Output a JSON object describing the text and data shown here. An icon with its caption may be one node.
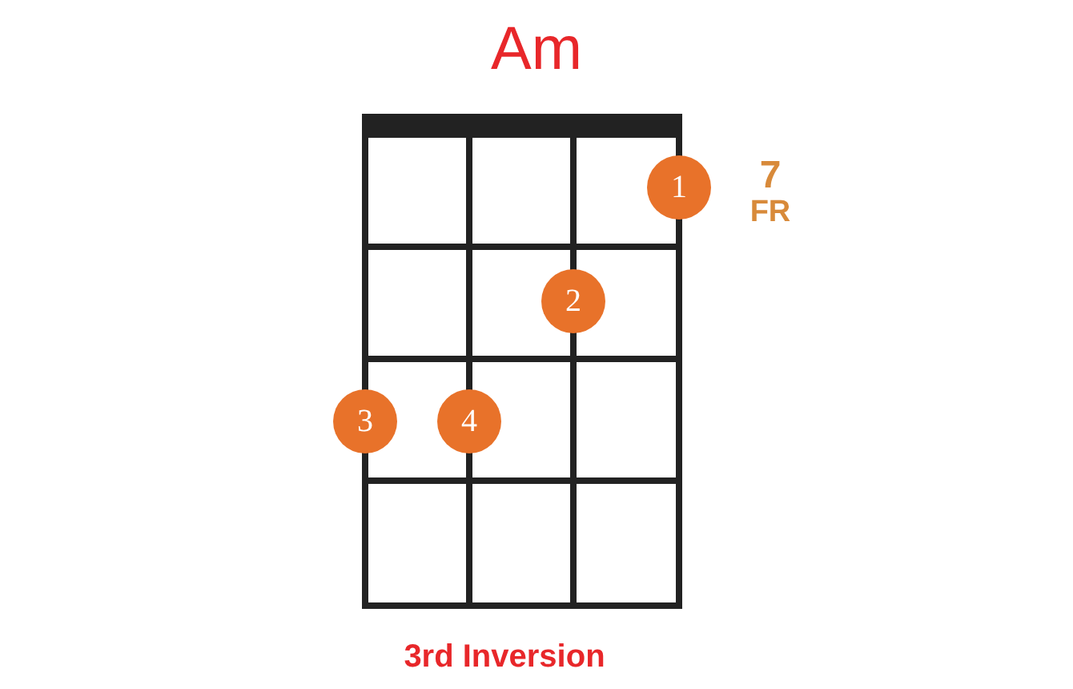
{
  "diagram": {
    "title": "Am",
    "caption": "3rd Inversion",
    "nodes": [
      {
        "text": [
          "1"
        ]
      },
      {
        "text": [
          "2"
        ]
      },
      {
        "text": [
          "3"
        ]
      },
      {
        "text": [
          "4"
        ]
      }
    ],
    "labels": [
      "7",
      "FR"
    ]
  }
}
